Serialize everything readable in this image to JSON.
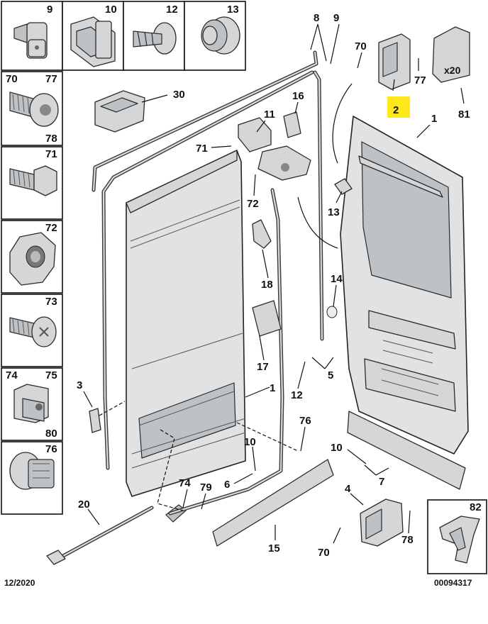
{
  "diagram": {
    "footer_date": "12/2020",
    "footer_ref": "00094317",
    "highlighted_part": "2",
    "quantity_badge": "x20",
    "left_panel": [
      {
        "labels": [
          "9"
        ]
      },
      {
        "labels": [
          "10"
        ]
      },
      {
        "labels": [
          "12"
        ]
      },
      {
        "labels": [
          "13"
        ]
      },
      {
        "labels": [
          "70",
          "77",
          "78"
        ]
      },
      {
        "labels": [
          "71"
        ]
      },
      {
        "labels": [
          "72"
        ]
      },
      {
        "labels": [
          "73"
        ]
      },
      {
        "labels": [
          "74",
          "75",
          "80"
        ]
      },
      {
        "labels": [
          "76"
        ]
      },
      {
        "labels": [
          "82"
        ]
      }
    ],
    "callouts": [
      {
        "id": "c8",
        "text": "8"
      },
      {
        "id": "c9",
        "text": "9"
      },
      {
        "id": "c70a",
        "text": "70"
      },
      {
        "id": "c77",
        "text": "77"
      },
      {
        "id": "c2",
        "text": "2"
      },
      {
        "id": "c81",
        "text": "81"
      },
      {
        "id": "c30",
        "text": "30"
      },
      {
        "id": "c16",
        "text": "16"
      },
      {
        "id": "c11",
        "text": "11"
      },
      {
        "id": "c71",
        "text": "71"
      },
      {
        "id": "c1a",
        "text": "1"
      },
      {
        "id": "c13",
        "text": "13"
      },
      {
        "id": "c72",
        "text": "72"
      },
      {
        "id": "c18",
        "text": "18"
      },
      {
        "id": "c14",
        "text": "14"
      },
      {
        "id": "c17",
        "text": "17"
      },
      {
        "id": "c5",
        "text": "5"
      },
      {
        "id": "c3",
        "text": "3"
      },
      {
        "id": "c1b",
        "text": "1"
      },
      {
        "id": "c12",
        "text": "12"
      },
      {
        "id": "c76",
        "text": "76"
      },
      {
        "id": "c10a",
        "text": "10"
      },
      {
        "id": "c10b",
        "text": "10"
      },
      {
        "id": "c6",
        "text": "6"
      },
      {
        "id": "c7",
        "text": "7"
      },
      {
        "id": "c74",
        "text": "74"
      },
      {
        "id": "c79",
        "text": "79"
      },
      {
        "id": "c20",
        "text": "20"
      },
      {
        "id": "c4",
        "text": "4"
      },
      {
        "id": "c78",
        "text": "78"
      },
      {
        "id": "c15",
        "text": "15"
      },
      {
        "id": "c70b",
        "text": "70"
      }
    ]
  }
}
